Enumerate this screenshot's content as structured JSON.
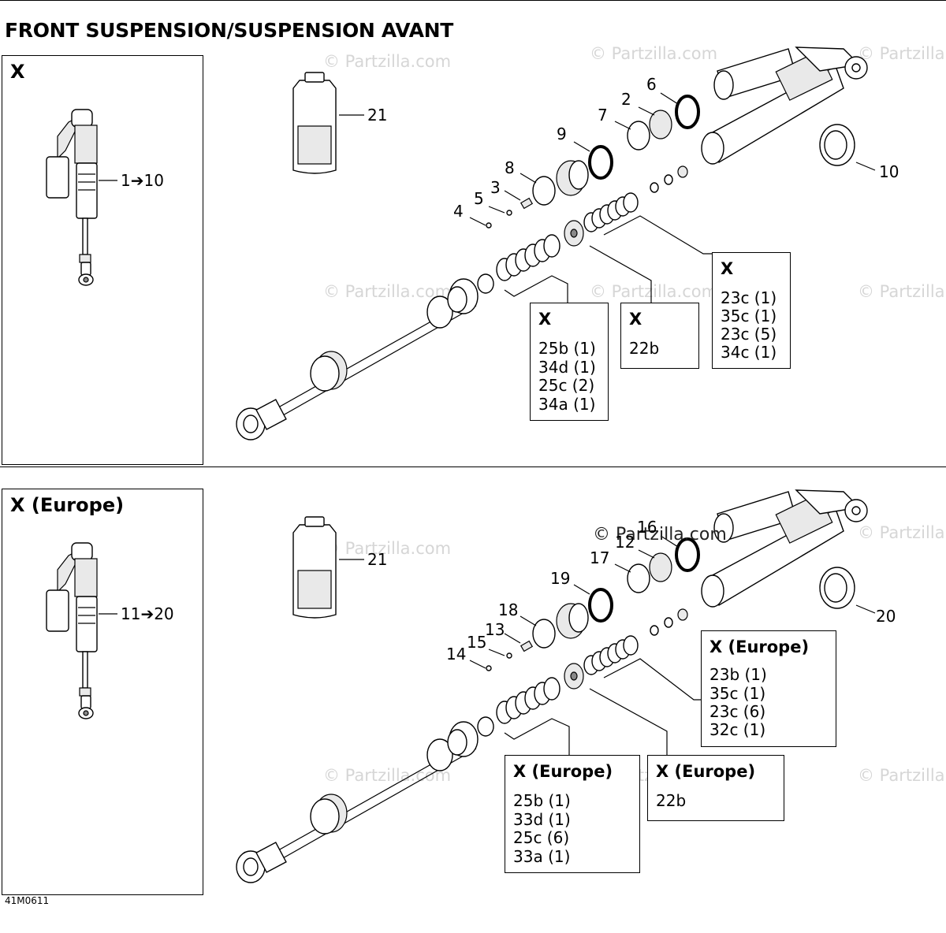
{
  "title": "FRONT SUSPENSION/SUSPENSION AVANT",
  "drawing_code": "41M0611",
  "watermark_text": "© Partzilla.com",
  "top": {
    "thumb_label": "X",
    "thumb_ref": "1➔10",
    "part_labels": [
      "21",
      "6",
      "2",
      "7",
      "9",
      "8",
      "3",
      "5",
      "4",
      "10"
    ],
    "callouts": [
      {
        "heading": "X",
        "lines": [
          "25b (1)",
          "34d (1)",
          "25c (2)",
          "34a (1)"
        ]
      },
      {
        "heading": "X",
        "lines": [
          "22b"
        ]
      },
      {
        "heading": "X",
        "lines": [
          "23c (1)",
          "35c (1)",
          "23c (5)",
          "34c (1)"
        ]
      }
    ]
  },
  "bottom": {
    "thumb_label": "X (Europe)",
    "thumb_ref": "11➔20",
    "part_labels": [
      "21",
      "16",
      "12",
      "17",
      "19",
      "18",
      "13",
      "15",
      "14",
      "20"
    ],
    "callouts": [
      {
        "heading": "X (Europe)",
        "lines": [
          "25b (1)",
          "33d (1)",
          "25c (6)",
          "33a (1)"
        ]
      },
      {
        "heading": "X (Europe)",
        "lines": [
          "22b"
        ]
      },
      {
        "heading": "X (Europe)",
        "lines": [
          "23b (1)",
          "35c (1)",
          "23c (6)",
          "32c (1)"
        ]
      }
    ]
  }
}
